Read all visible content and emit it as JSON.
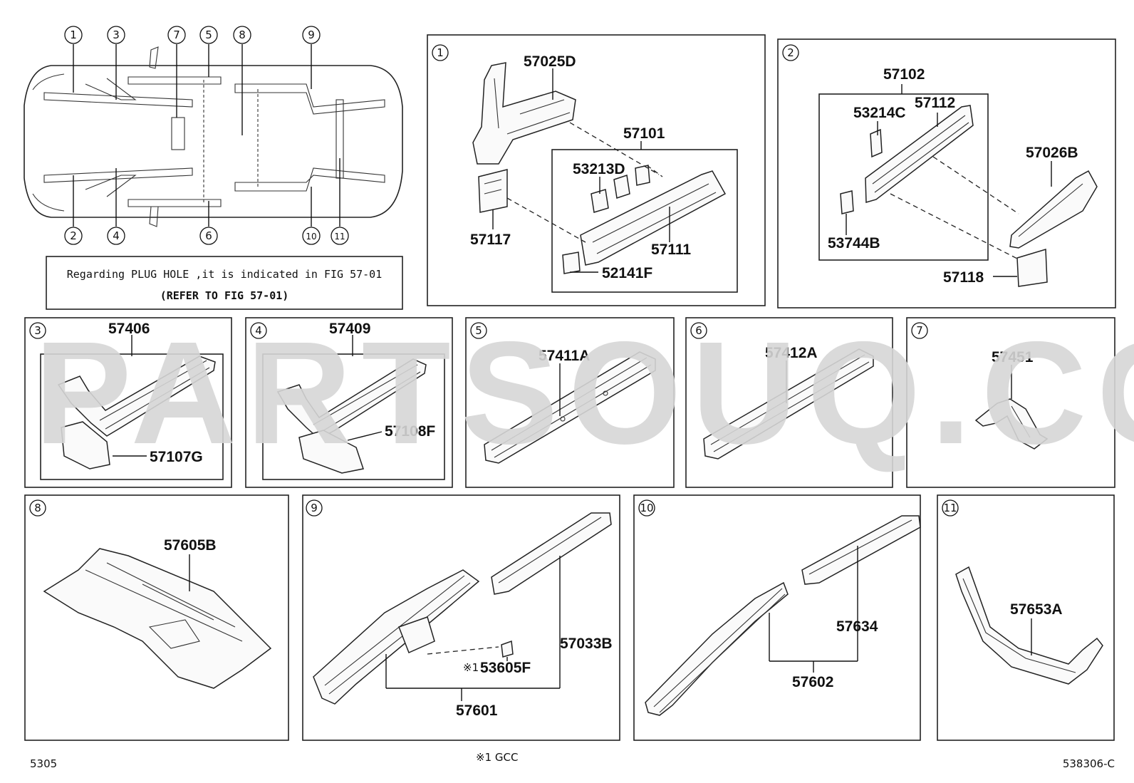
{
  "note": {
    "line1": "Regarding PLUG HOLE ,it is indicated in FIG 57-01",
    "line2": "(REFER TO FIG 57-01)"
  },
  "overview_markers": [
    "1",
    "3",
    "7",
    "5",
    "8",
    "9",
    "2",
    "4",
    "6",
    "10",
    "11"
  ],
  "panels": {
    "p1": {
      "index": "1",
      "labels": [
        "57025D",
        "57101",
        "53213D",
        "57117",
        "57111",
        "52141F"
      ]
    },
    "p2": {
      "index": "2",
      "labels": [
        "57102",
        "53214C",
        "57112",
        "57026B",
        "53744B",
        "57118"
      ]
    },
    "p3": {
      "index": "3",
      "labels": [
        "57406",
        "57107G"
      ]
    },
    "p4": {
      "index": "4",
      "labels": [
        "57409",
        "57108F"
      ]
    },
    "p5": {
      "index": "5",
      "labels": [
        "57411A"
      ]
    },
    "p6": {
      "index": "6",
      "labels": [
        "57412A"
      ]
    },
    "p7": {
      "index": "7",
      "labels": [
        "57451"
      ]
    },
    "p8": {
      "index": "8",
      "labels": [
        "57605B"
      ]
    },
    "p9": {
      "index": "9",
      "labels": [
        "57033B",
        "53605F",
        "57601"
      ],
      "mark": "※1"
    },
    "p10": {
      "index": "10",
      "labels": [
        "57634",
        "57602"
      ]
    },
    "p11": {
      "index": "11",
      "labels": [
        "57653A"
      ]
    }
  },
  "footer": {
    "left": "5305",
    "center": "※1 GCC",
    "right": "538306-C"
  },
  "watermark": "PARTSOUQ.COM",
  "colors": {
    "line": "#222222",
    "watermark": "#d6d6d6",
    "background": "#ffffff"
  }
}
